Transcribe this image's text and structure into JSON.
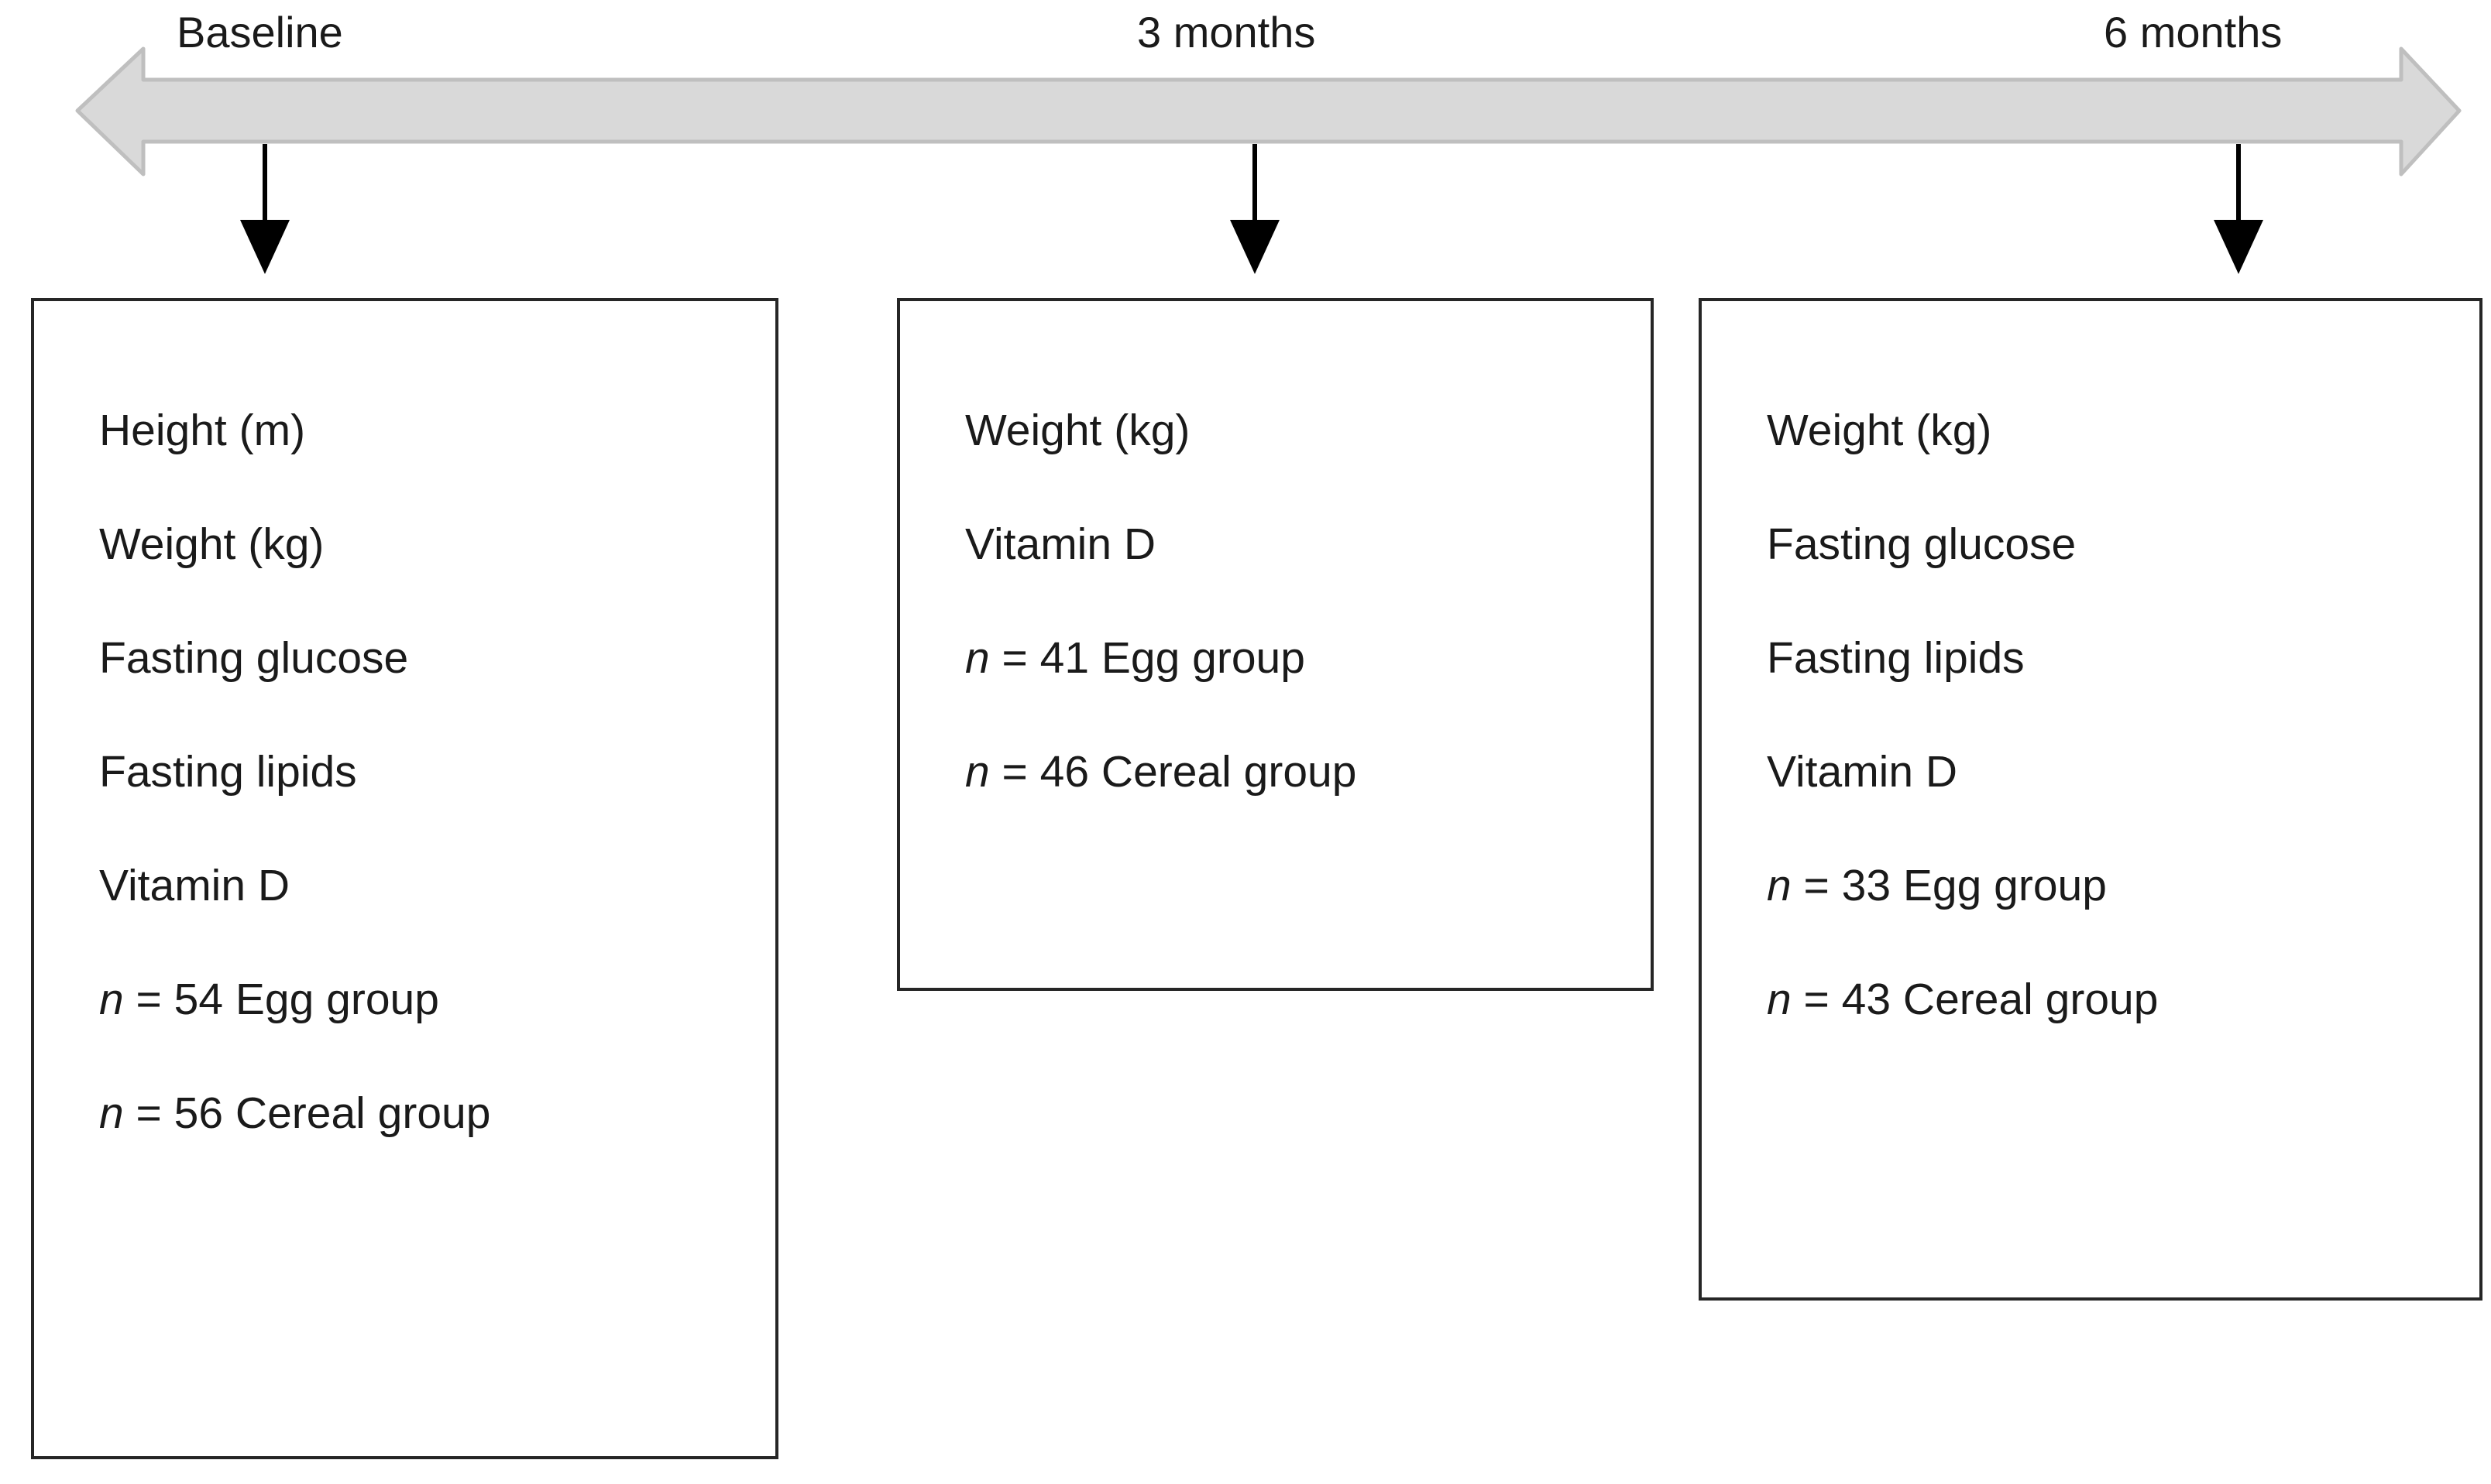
{
  "timeline": {
    "arrow_fill": "#d9d9d9",
    "arrow_stroke": "#bfbfbf",
    "timepoints": [
      {
        "label": "Baseline"
      },
      {
        "label": "3 months"
      },
      {
        "label": "6 months"
      }
    ]
  },
  "boxes": [
    {
      "id": "baseline",
      "items": [
        {
          "text": "Height (m)"
        },
        {
          "text": "Weight (kg)"
        },
        {
          "text": "Fasting glucose"
        },
        {
          "text": "Fasting lipids"
        },
        {
          "text": "Vitamin D"
        },
        {
          "symbol": "n",
          "text": " = 54 Egg group"
        },
        {
          "symbol": "n",
          "text": " = 56 Cereal group"
        }
      ]
    },
    {
      "id": "three-months",
      "items": [
        {
          "text": "Weight (kg)"
        },
        {
          "text": "Vitamin D"
        },
        {
          "symbol": "n",
          "text": " = 41 Egg group"
        },
        {
          "symbol": "n",
          "text": " = 46 Cereal group"
        }
      ]
    },
    {
      "id": "six-months",
      "items": [
        {
          "text": "Weight (kg)"
        },
        {
          "text": "Fasting glucose"
        },
        {
          "text": "Fasting lipids"
        },
        {
          "text": "Vitamin D"
        },
        {
          "symbol": "n",
          "text": " = 33 Egg group"
        },
        {
          "symbol": "n",
          "text": " = 43 Cereal group"
        }
      ]
    }
  ]
}
